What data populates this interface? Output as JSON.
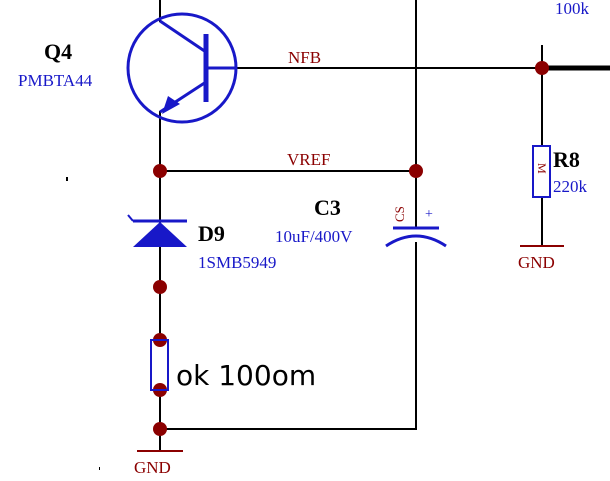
{
  "colors": {
    "wire": "#000000",
    "component": "#1818c8",
    "junction": "#8b0000",
    "net_label": "#8b0000",
    "designator": "#000000",
    "value": "#1818c8",
    "ground": "#8b0000"
  },
  "components": {
    "q4": {
      "designator": "Q4",
      "value": "PMBTA44",
      "symbol": "pnp-transistor-icon"
    },
    "c3": {
      "designator": "C3",
      "value": "10uF/400V",
      "type_tag": "CS",
      "polarity": "+",
      "symbol": "polarized-capacitor-icon"
    },
    "d9": {
      "designator": "D9",
      "value": "1SMB5949",
      "symbol": "zener-diode-icon"
    },
    "r8": {
      "designator": "R8",
      "value": "220k",
      "body_mark": "M",
      "symbol": "resistor-icon"
    },
    "r_top": {
      "value": "100k"
    }
  },
  "nets": {
    "nfb": "NFB",
    "vref": "VREF"
  },
  "grounds": {
    "left": "GND",
    "right": "GND"
  },
  "annotation": "ok 100om"
}
